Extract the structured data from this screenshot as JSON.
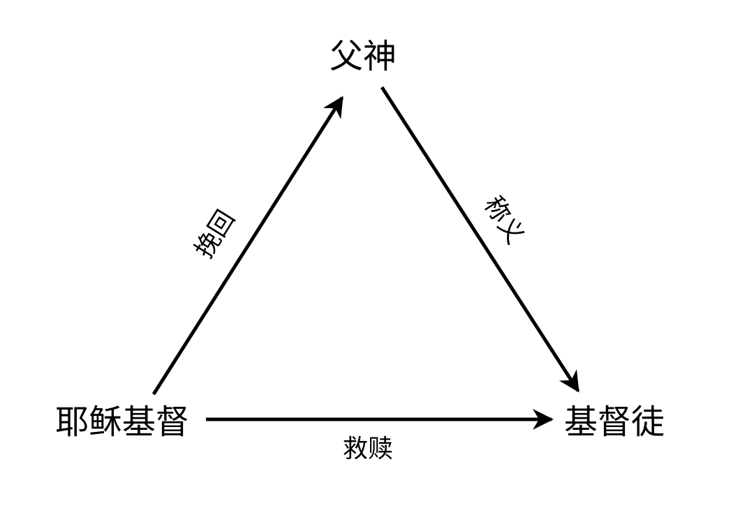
{
  "nodes": {
    "father": "父神",
    "jesus": "耶稣基督",
    "christian": "基督徒"
  },
  "edges": {
    "jesus_to_father": "挽回",
    "father_to_christian": "称义",
    "jesus_to_christian": "救赎"
  },
  "colors": {
    "line": "#000000",
    "background": "#ffffff"
  }
}
